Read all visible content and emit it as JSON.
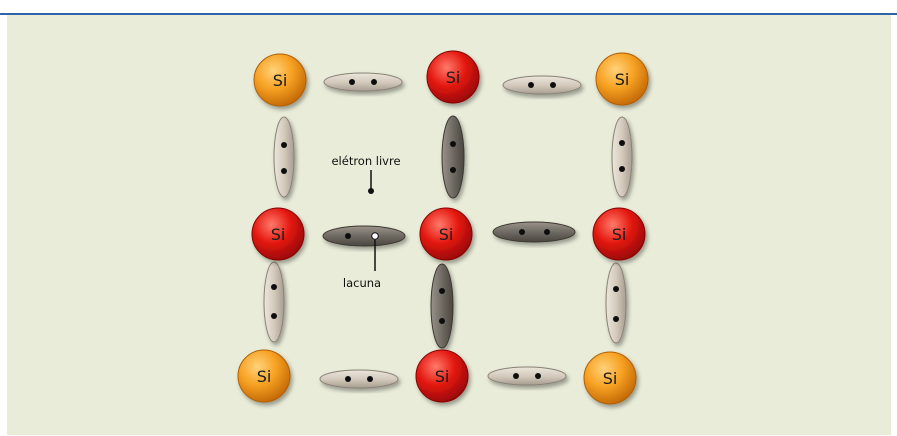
{
  "diagram": {
    "atom_symbol": "Si",
    "free_electron_label": "elétron livre",
    "hole_label": "lacuna",
    "colors": {
      "border_line": "#2f63a8",
      "background": "#e8ecd8",
      "atom_orange": "#f59a1a",
      "atom_red": "#e01414",
      "bond_light": "#d2c9bc",
      "bond_dark": "#6f6a62",
      "electron": "#111111"
    },
    "atoms": [
      {
        "id": "a1",
        "row": 1,
        "col": 1,
        "type": "orange"
      },
      {
        "id": "a2",
        "row": 1,
        "col": 2,
        "type": "red"
      },
      {
        "id": "a3",
        "row": 1,
        "col": 3,
        "type": "orange"
      },
      {
        "id": "a4",
        "row": 2,
        "col": 1,
        "type": "red"
      },
      {
        "id": "a5",
        "row": 2,
        "col": 2,
        "type": "red"
      },
      {
        "id": "a6",
        "row": 2,
        "col": 3,
        "type": "red"
      },
      {
        "id": "a7",
        "row": 3,
        "col": 1,
        "type": "orange"
      },
      {
        "id": "a8",
        "row": 3,
        "col": 2,
        "type": "red"
      },
      {
        "id": "a9",
        "row": 3,
        "col": 3,
        "type": "orange"
      }
    ]
  }
}
